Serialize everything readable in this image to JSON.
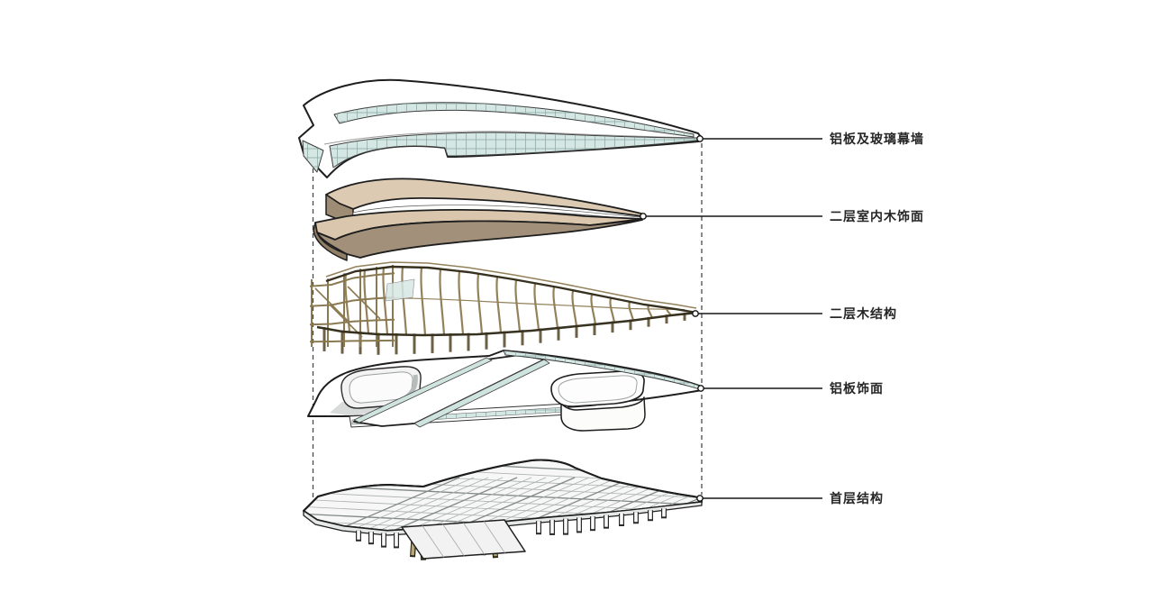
{
  "diagram": {
    "kind": "exploded-axonometric-architecture-diagram",
    "background": "#ffffff",
    "labels": [
      {
        "id": "aluminum-glass-curtain-wall",
        "text": "铝板及玻璃幕墙"
      },
      {
        "id": "second-floor-interior-wood-finish",
        "text": "二层室内木饰面"
      },
      {
        "id": "second-floor-wood-structure",
        "text": "二层木结构"
      },
      {
        "id": "aluminum-panel-finish",
        "text": "铝板饰面"
      },
      {
        "id": "first-floor-structure",
        "text": "首层结构"
      }
    ],
    "palette": {
      "outline": "#1e1e1e",
      "glass": "#d5e7e3",
      "mullion": "#76938f",
      "wood_finish_light": "#ddcab2",
      "wood_finish_dark": "#a2907a",
      "timber": "#93815a",
      "timber_dark": "#37311f",
      "deck": "#f6f7f6",
      "deck_face": "#e7e9e8",
      "leader_line": "#161616",
      "guide_line": "#4a4a4a",
      "label_text": "#262626"
    }
  }
}
